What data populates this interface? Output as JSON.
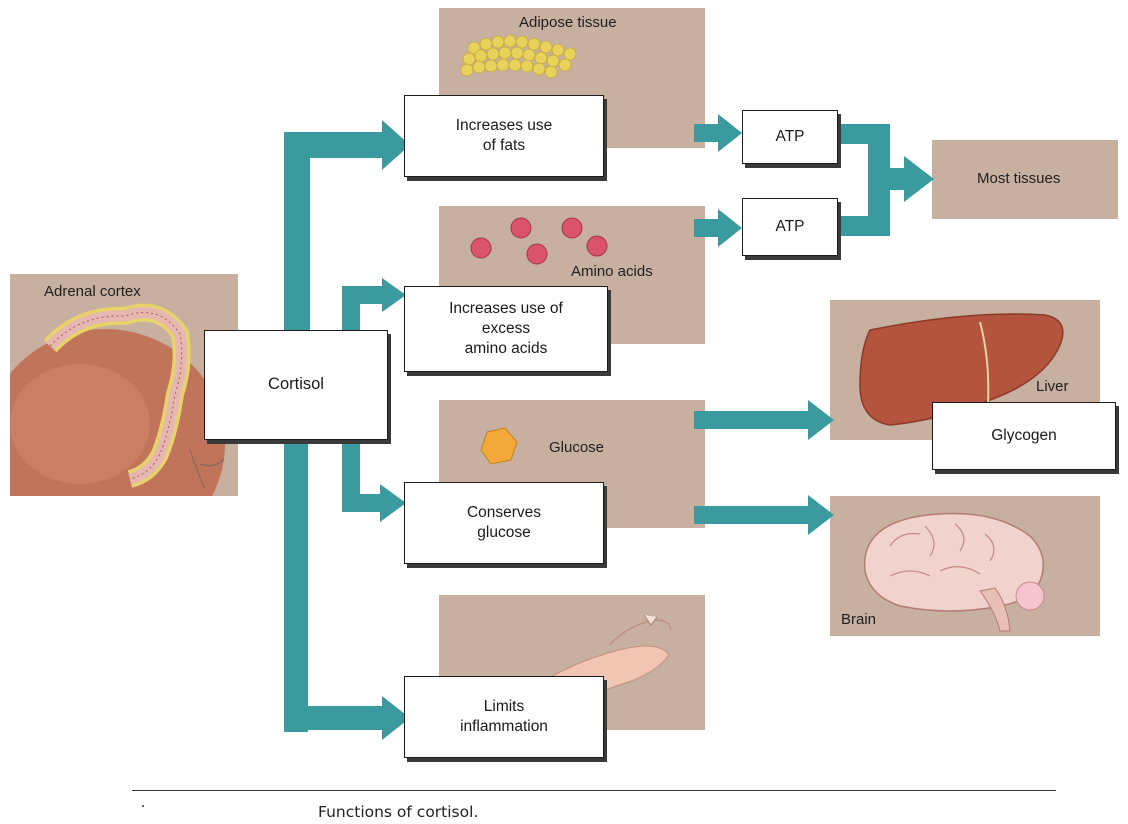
{
  "figure": {
    "caption": "Functions of cortisol.",
    "colors": {
      "arrow": "#3a9a9e",
      "panel": "#c8b0a0",
      "box_border": "#1b1b1b"
    }
  },
  "panels": {
    "adrenal_cortex": "Adrenal cortex",
    "adipose_tissue": "Adipose tissue",
    "amino_acids": "Amino acids",
    "glucose": "Glucose",
    "liver": "Liver",
    "brain": "Brain"
  },
  "boxes": {
    "cortisol": "Cortisol",
    "increases_fats": "Increases use\nof fats",
    "increases_amino": "Increases use of\nexcess\namino acids",
    "conserves_glucose": "Conserves\nglucose",
    "limits_inflammation": "Limits\ninflammation",
    "atp_1": "ATP",
    "atp_2": "ATP",
    "most_tissues": "Most tissues",
    "glycogen": "Glycogen"
  }
}
